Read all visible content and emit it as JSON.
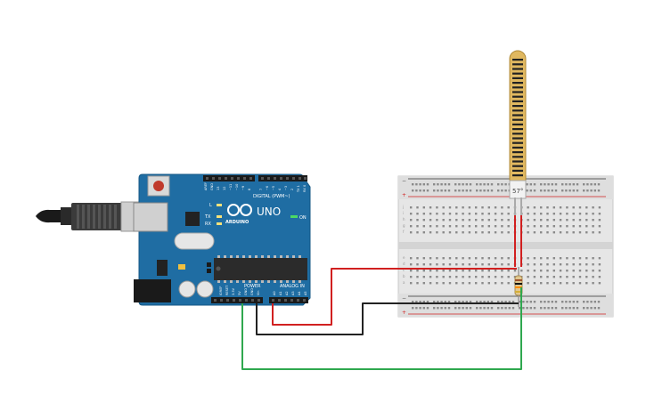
{
  "board": {
    "logo": "ARDUINO",
    "model": "UNO",
    "on_label": "ON",
    "digital_label": "DIGITAL (PWM~)",
    "power_label": "POWER",
    "analog_label": "ANALOG IN",
    "led_labels": [
      "L",
      "TX",
      "RX"
    ],
    "digital_pins": [
      "AREF",
      "GND",
      "13",
      "12",
      "~11",
      "~10",
      "~9",
      "8",
      "7",
      "~6",
      "~5",
      "4",
      "~3",
      "2",
      "TX 1",
      "RX 0"
    ],
    "power_pins": [
      "IOREF",
      "RESET",
      "3.3V",
      "5V",
      "GND",
      "GND",
      "Vin"
    ],
    "analog_pins": [
      "A0",
      "A1",
      "A2",
      "A3",
      "A4",
      "A5"
    ]
  },
  "sensor": {
    "label": "57°"
  },
  "breadboard": {
    "row_letters_top": [
      "j",
      "i",
      "h",
      "g",
      "f"
    ],
    "row_letters_bottom": [
      "e",
      "d",
      "c",
      "b",
      "a"
    ],
    "rail_minus": "−",
    "rail_plus": "+"
  },
  "colors": {
    "board": "#1f6da3",
    "wire_red": "#d12020",
    "wire_black": "#222222",
    "wire_green": "#2fa84f",
    "breadboard": "#e6e6e6"
  }
}
